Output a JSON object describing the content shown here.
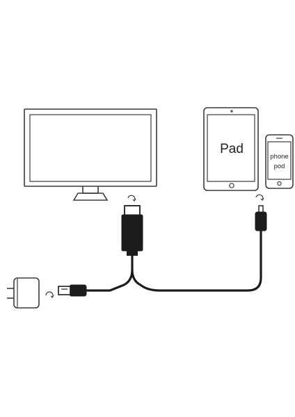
{
  "devices": {
    "tablet_label": "Pad",
    "phone_label_line1": "phone",
    "phone_label_line2": "pod"
  },
  "icons": {
    "monitor": "monitor-icon",
    "tablet": "tablet-icon",
    "phone": "phone-icon",
    "power_adapter": "power-adapter-icon",
    "connection_marker": "connection-marker-icon"
  },
  "colors": {
    "outline": "#3a3a3a",
    "cable": "#1c1c1c",
    "background": "#ffffff"
  }
}
